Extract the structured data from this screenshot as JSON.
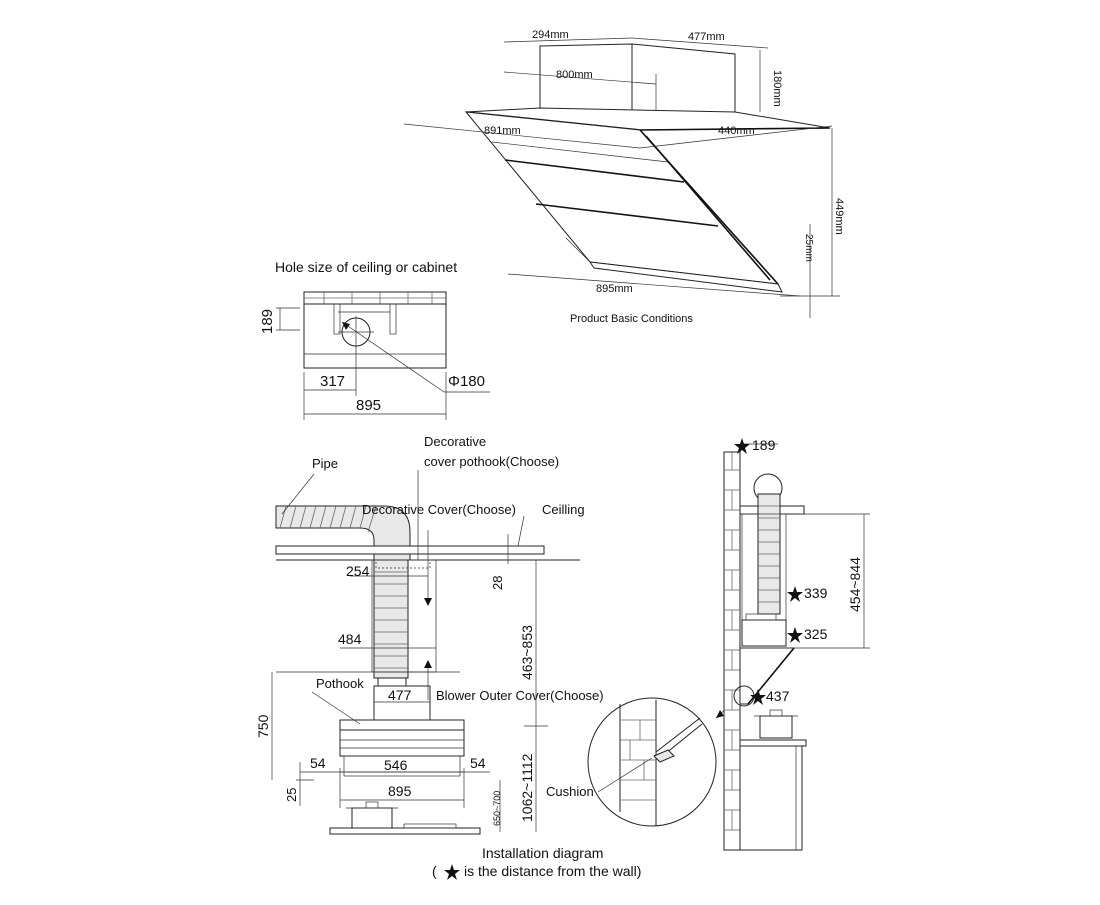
{
  "product": {
    "dims": {
      "top_depth": "294mm",
      "top_width": "477mm",
      "height_top": "180mm",
      "inner_width": "800mm",
      "panel_width": "891mm",
      "panel_depth": "440mm",
      "total_height": "449mm",
      "bottom_lip": "25mm",
      "bottom_width": "895mm"
    },
    "caption": "Product Basic Conditions"
  },
  "hole": {
    "title": "Hole size of ceiling or cabinet",
    "dim_189": "189",
    "dim_317": "317",
    "dim_phi": "Φ180",
    "dim_895": "895"
  },
  "install": {
    "labels": {
      "decorative_pothook": "Decorative",
      "decorative_pothook_2": "cover pothook(Choose)",
      "pipe": "Pipe",
      "decorative_cover": "Decorative Cover(Choose)",
      "ceiling": "Ceilling",
      "pothook": "Pothook",
      "blower_cover": "Blower Outer Cover(Choose)",
      "cushion": "Cushion"
    },
    "dims": {
      "d254": "254",
      "d28": "28",
      "d484": "484",
      "d463_853": "463~853",
      "d477": "477",
      "d750": "750",
      "d54a": "54",
      "d546": "546",
      "d54b": "54",
      "d25": "25",
      "d895": "895",
      "d650_700": "650~700",
      "d1062_1112": "1062~1112"
    },
    "caption": "Installation diagram",
    "note_open": "(",
    "note_text": "is the distance from the wall)"
  },
  "side": {
    "d189": "189",
    "d339": "339",
    "d325": "325",
    "d437": "437",
    "d454_844": "454~844"
  }
}
